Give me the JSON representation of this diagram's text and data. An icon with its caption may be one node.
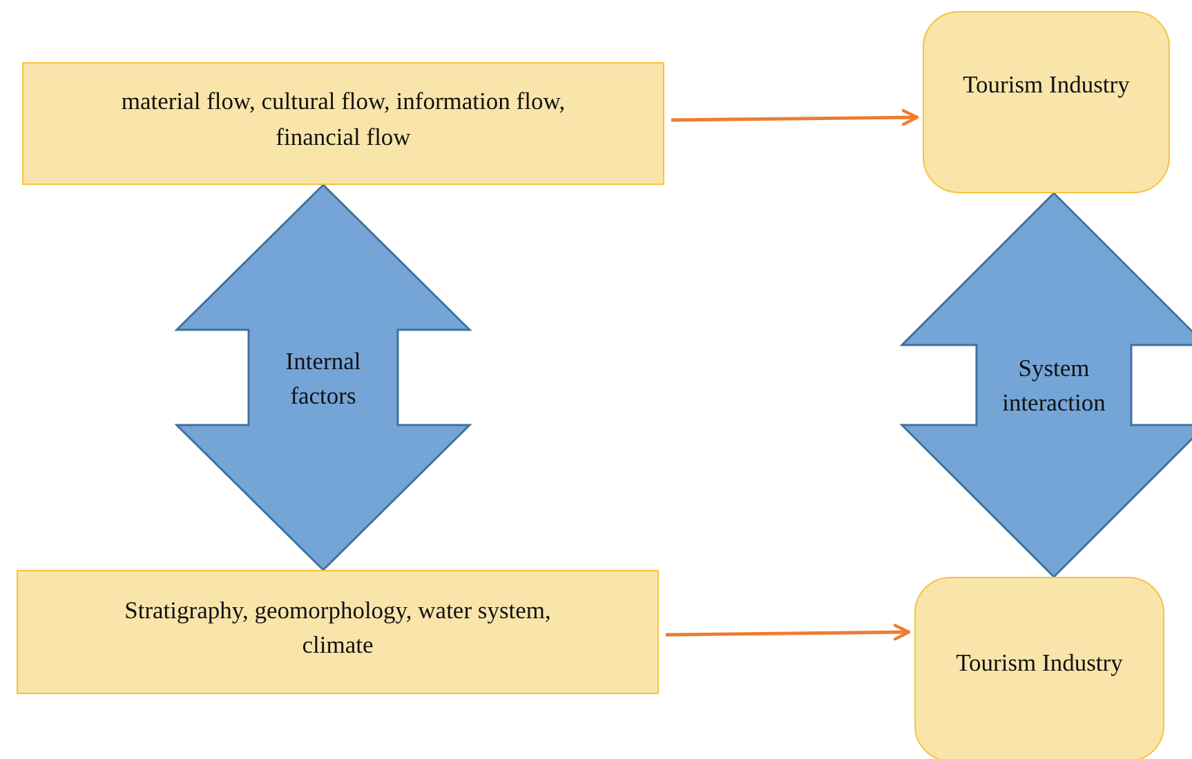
{
  "diagram": {
    "nodes": [
      {
        "text": [
          "material flow, cultural flow, information flow, financial flow"
        ]
      },
      {
        "text": [
          "Tourism Industry"
        ]
      },
      {
        "text": [
          "Stratigraphy, geomorphology, water system, climate"
        ]
      },
      {
        "text": [
          "Tourism Industry"
        ]
      }
    ],
    "edges": [
      {
        "from": 0,
        "to": 1,
        "arrow": "to",
        "color": "#ed7d31"
      },
      {
        "from": 0,
        "to": 2,
        "arrow": "both",
        "label": "Internal factors",
        "style": "thick",
        "color": "#74a5d6"
      },
      {
        "from": 1,
        "to": 3,
        "arrow": "both",
        "label": "System interaction",
        "style": "thick",
        "color": "#74a5d6"
      },
      {
        "from": 2,
        "to": 3,
        "arrow": "to",
        "color": "#ed7d31"
      }
    ]
  }
}
